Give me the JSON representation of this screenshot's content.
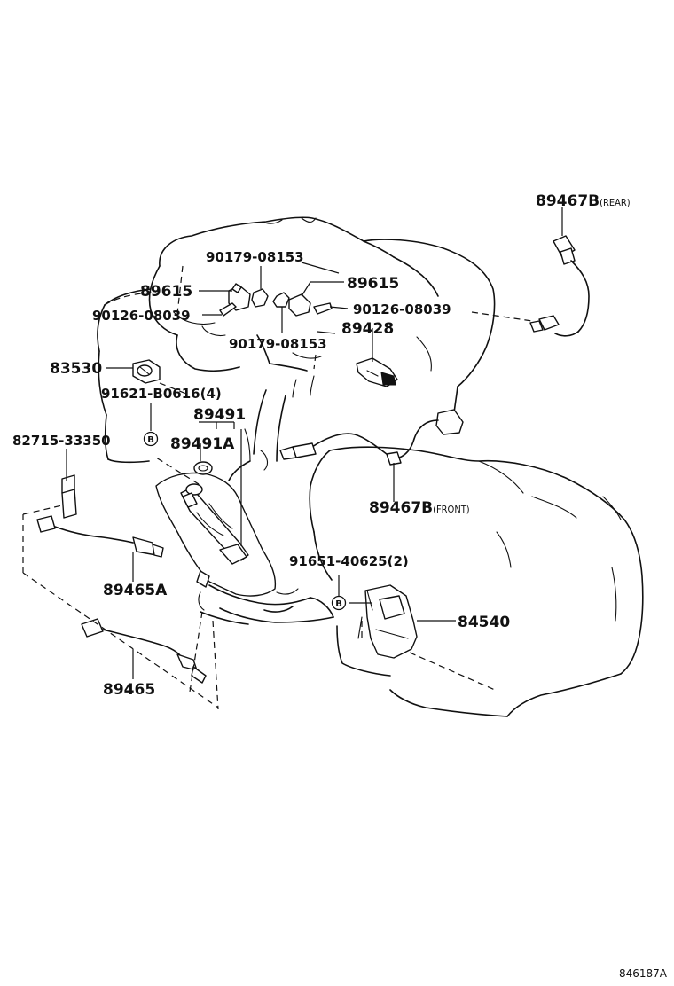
{
  "labels": {
    "p89467b_rear_num": "89467B",
    "p89467b_rear_sub": "(REAR)",
    "p90179_top": "90179-08153",
    "p89615_left": "89615",
    "p89615_right": "89615",
    "p90126_left": "90126-08039",
    "p90126_right": "90126-08039",
    "p90179_bottom": "90179-08153",
    "p89428": "89428",
    "p83530": "83530",
    "p91621": "91621-B0616(4)",
    "p89491": "89491",
    "p89491a": "89491A",
    "p82715": "82715-33350",
    "p89467b_front_num": "89467B",
    "p89467b_front_sub": "(FRONT)",
    "p91651": "91651-40625(2)",
    "p84540": "84540",
    "p89465a": "89465A",
    "p89465": "89465",
    "b_marker_1": "B",
    "b_marker_2": "B"
  },
  "reference": "846187A"
}
